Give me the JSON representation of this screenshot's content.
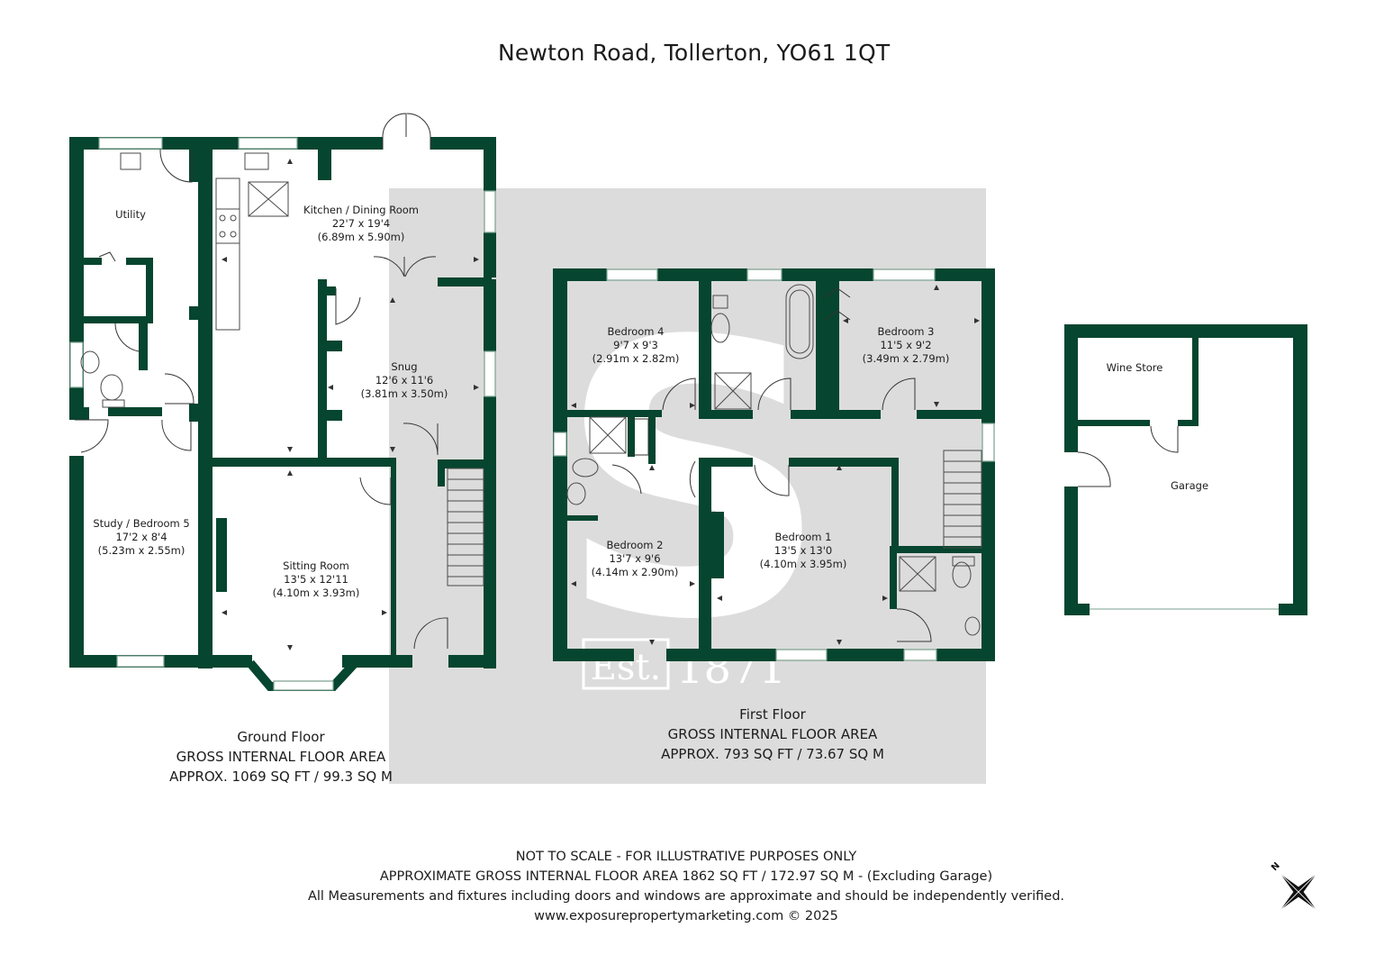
{
  "title": "Newton Road, Tollerton, YO61 1QT",
  "colors": {
    "wall": "#06452f",
    "watermark_bg": "#dcdcdc",
    "window_line": "#7aa08e",
    "fixture": "#4a4a4a"
  },
  "watermark": {
    "letter": "S",
    "est": "Est.",
    "year": "1871"
  },
  "rooms": {
    "utility": {
      "name": "Utility"
    },
    "kitchen": {
      "name": "Kitchen / Dining Room",
      "imperial": "22'7 x 19'4",
      "metric": "(6.89m x 5.90m)"
    },
    "snug": {
      "name": "Snug",
      "imperial": "12'6 x 11'6",
      "metric": "(3.81m x 3.50m)"
    },
    "study": {
      "name": "Study / Bedroom 5",
      "imperial": "17'2 x 8'4",
      "metric": "(5.23m x 2.55m)"
    },
    "sitting": {
      "name": "Sitting Room",
      "imperial": "13'5 x 12'11",
      "metric": "(4.10m x 3.93m)"
    },
    "bedroom4": {
      "name": "Bedroom 4",
      "imperial": "9'7 x 9'3",
      "metric": "(2.91m x 2.82m)"
    },
    "bedroom3": {
      "name": "Bedroom 3",
      "imperial": "11'5 x 9'2",
      "metric": "(3.49m x 2.79m)"
    },
    "bedroom2": {
      "name": "Bedroom 2",
      "imperial": "13'7 x 9'6",
      "metric": "(4.14m x 2.90m)"
    },
    "bedroom1": {
      "name": "Bedroom 1",
      "imperial": "13'5 x 13'0",
      "metric": "(4.10m x 3.95m)"
    },
    "wine_store": {
      "name": "Wine Store"
    },
    "garage": {
      "name": "Garage"
    }
  },
  "floors": {
    "ground": {
      "name": "Ground Floor",
      "line1": "GROSS INTERNAL FLOOR AREA",
      "line2": "APPROX. 1069 SQ FT / 99.3 SQ M"
    },
    "first": {
      "name": "First Floor",
      "line1": "GROSS INTERNAL FLOOR AREA",
      "line2": "APPROX. 793 SQ FT / 73.67 SQ M"
    }
  },
  "footer": {
    "line1": "NOT TO SCALE - FOR ILLUSTRATIVE PURPOSES ONLY",
    "line2": "APPROXIMATE GROSS INTERNAL FLOOR AREA 1862 SQ FT / 172.97 SQ M - (Excluding Garage)",
    "line3": "All Measurements and fixtures including doors and windows are approximate and should be independently verified.",
    "line4": "www.exposurepropertymarketing.com © 2025"
  },
  "compass": {
    "label": "N",
    "icon": "compass-rose-icon"
  }
}
